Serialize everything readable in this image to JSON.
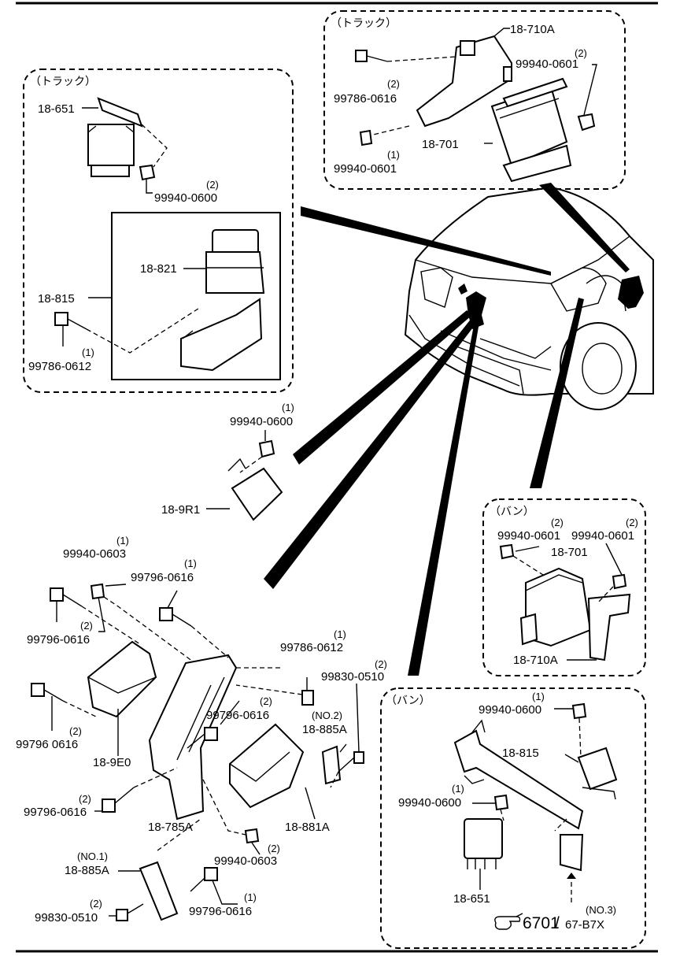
{
  "groups": {
    "truck_top_right": "（トラック）",
    "truck_left": "（トラック）",
    "van_right": "（バン）",
    "van_bottom": "（バン）"
  },
  "callouts": [
    {
      "id": "c01",
      "part": "18-710A"
    },
    {
      "id": "c02",
      "part": "99940-0601",
      "qty": "(2)"
    },
    {
      "id": "c03",
      "part": "99786-0616",
      "qty": "(2)"
    },
    {
      "id": "c04",
      "part": "18-701"
    },
    {
      "id": "c05",
      "part": "99940-0601",
      "qty": "(1)"
    },
    {
      "id": "c06",
      "part": "18-651"
    },
    {
      "id": "c07",
      "part": "99940-0600",
      "qty": "(2)"
    },
    {
      "id": "c08",
      "part": "18-821"
    },
    {
      "id": "c09",
      "part": "18-815"
    },
    {
      "id": "c10",
      "part": "99786-0612",
      "qty": "(1)"
    },
    {
      "id": "c11",
      "part": "99940-0600",
      "qty": "(1)"
    },
    {
      "id": "c12",
      "part": "18-9R1"
    },
    {
      "id": "c13",
      "part": "99940-0601",
      "qty": "(2)"
    },
    {
      "id": "c14",
      "part": "99940-0601",
      "qty": "(2)"
    },
    {
      "id": "c15",
      "part": "18-701"
    },
    {
      "id": "c16",
      "part": "18-710A"
    },
    {
      "id": "c17",
      "part": "99940-0603",
      "qty": "(1)"
    },
    {
      "id": "c18",
      "part": "99796-0616",
      "qty": "(1)"
    },
    {
      "id": "c19",
      "part": "99796-0616",
      "qty": "(2)"
    },
    {
      "id": "c20",
      "part": "99786-0612",
      "qty": "(1)"
    },
    {
      "id": "c21",
      "part": "99830-0510",
      "qty": "(2)"
    },
    {
      "id": "c22",
      "part": "99796 0616",
      "qty": "(2)"
    },
    {
      "id": "c23",
      "part": "18-9E0"
    },
    {
      "id": "c24",
      "part": "99796-0616",
      "qty": "(2)"
    },
    {
      "id": "c25",
      "part": "18-885A",
      "qty": "(NO.2)"
    },
    {
      "id": "c26",
      "part": "99796-0616",
      "qty": "(2)"
    },
    {
      "id": "c27",
      "part": "18-785A"
    },
    {
      "id": "c28",
      "part": "18-881A"
    },
    {
      "id": "c29",
      "part": "99940-0603",
      "qty": "(2)"
    },
    {
      "id": "c30",
      "part": "18-885A",
      "qty": "(NO.1)"
    },
    {
      "id": "c31",
      "part": "99796-0616",
      "qty": "(1)"
    },
    {
      "id": "c32",
      "part": "99830-0510",
      "qty": "(2)"
    },
    {
      "id": "c33",
      "part": "99940-0600",
      "qty": "(1)"
    },
    {
      "id": "c34",
      "part": "18-815"
    },
    {
      "id": "c35",
      "part": "99940-0600",
      "qty": "(1)"
    },
    {
      "id": "c36",
      "part": "18-651"
    }
  ],
  "reference": {
    "icon": "pointing-hand-icon",
    "page": "6701",
    "separator": "/",
    "code": "67-B7X",
    "qty": "(NO.3)"
  }
}
